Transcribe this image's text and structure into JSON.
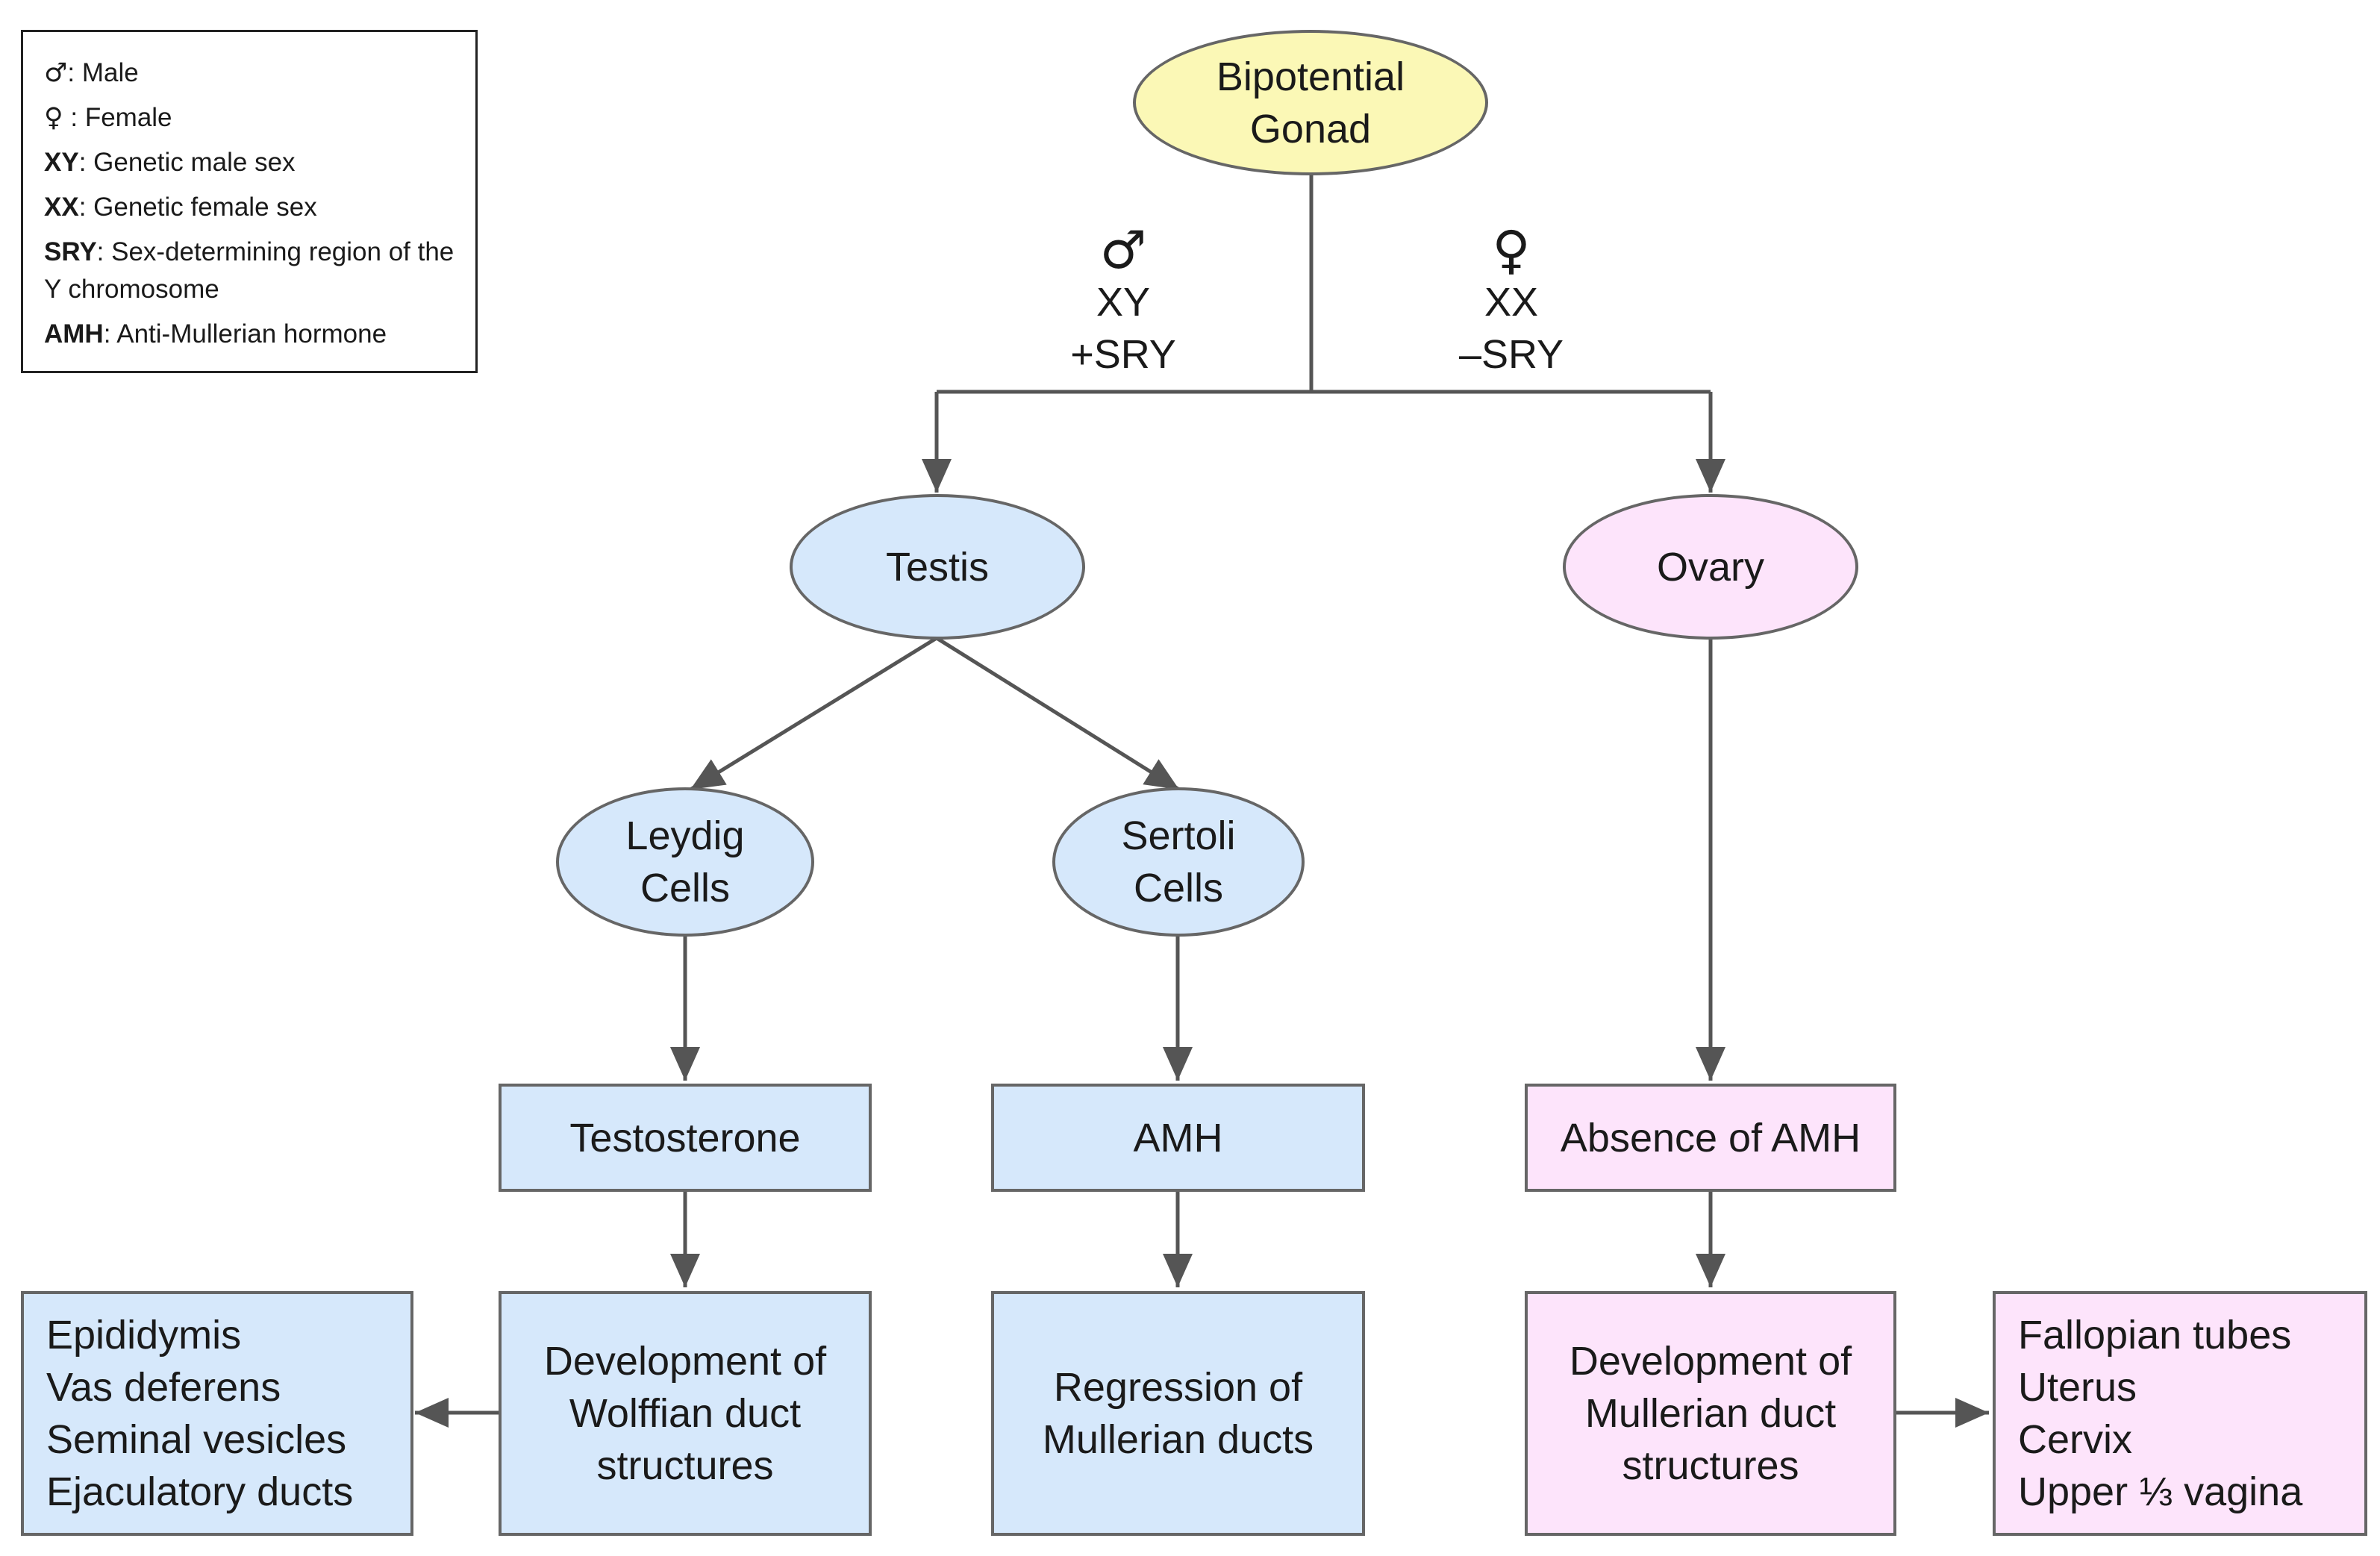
{
  "legend": {
    "rows": [
      {
        "term": "♂",
        "desc": ": Male"
      },
      {
        "term": "♀",
        "desc": " : Female"
      },
      {
        "term": "XY",
        "desc": ": Genetic male sex"
      },
      {
        "term": "XX",
        "desc": ": Genetic female sex"
      },
      {
        "term": "SRY",
        "desc": ": Sex-determining region of the Y chromosome"
      },
      {
        "term": "AMH",
        "desc": ": Anti-Mullerian hormone"
      }
    ]
  },
  "nodes": {
    "bipotential_gonad": "Bipotential\nGonad",
    "testis": "Testis",
    "ovary": "Ovary",
    "leydig_cells": "Leydig\nCells",
    "sertoli_cells": "Sertoli\nCells",
    "testosterone": "Testosterone",
    "amh": "AMH",
    "absence_of_amh": "Absence of AMH",
    "wolffian_development": "Development of\nWolffian duct\nstructures",
    "mullerian_regression": "Regression of\nMullerian ducts",
    "mullerian_development": "Development of\nMullerian duct\nstructures",
    "male_structures": "Epididymis\nVas deferens\nSeminal vesicles\nEjaculatory ducts",
    "female_structures": "Fallopian tubes\nUterus\nCervix\nUpper ⅓ vagina"
  },
  "branch_labels": {
    "male": {
      "symbol": "♂",
      "karyotype": "XY",
      "sry": "+SRY"
    },
    "female": {
      "symbol": "♀",
      "karyotype": "XX",
      "sry": "–SRY"
    }
  },
  "colors": {
    "male_fill": "#d6e8fb",
    "female_fill": "#fde4fb",
    "origin_fill": "#fbf8b6",
    "stroke": "#666666"
  }
}
